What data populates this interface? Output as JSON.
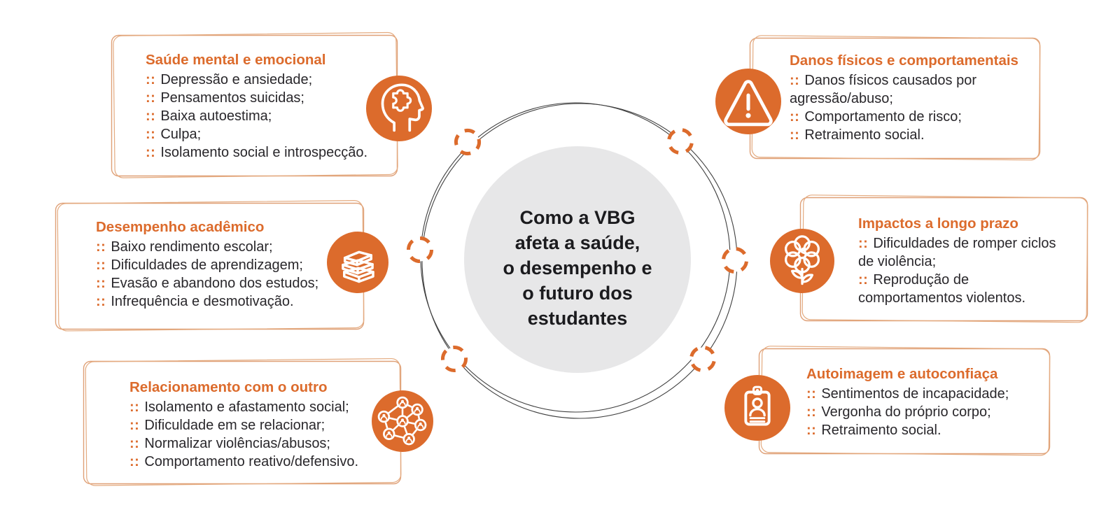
{
  "bullet": "::",
  "colors": {
    "accent_orange": "#dc6b2c",
    "box_border": "#dfa077",
    "center_circle_fill": "#e7e7e8",
    "body_text": "#29272b",
    "orbit_stroke": "#3f3f3f"
  },
  "center": {
    "lines": [
      "Como a VBG",
      "afeta a saúde,",
      "o desempenho e",
      "o futuro dos",
      "estudantes"
    ]
  },
  "boxes": [
    {
      "title": "Saúde mental e emocional",
      "icon": "head-puzzle-icon",
      "lines": [
        {
          "b": true,
          "t": "Depressão e ansiedade;"
        },
        {
          "b": true,
          "t": "Pensamentos suicidas;"
        },
        {
          "b": true,
          "t": "Baixa autoestima;"
        },
        {
          "b": true,
          "t": "Culpa;"
        },
        {
          "b": true,
          "t": "Isolamento social e introspecção."
        }
      ]
    },
    {
      "title": "Desempenho acadêmico",
      "icon": "books-icon",
      "lines": [
        {
          "b": true,
          "t": "Baixo rendimento escolar;"
        },
        {
          "b": true,
          "t": "Dificuldades de aprendizagem;"
        },
        {
          "b": true,
          "t": "Evasão e abandono dos estudos;"
        },
        {
          "b": true,
          "t": "Infrequência e desmotivação."
        }
      ]
    },
    {
      "title": "Relacionamento com o outro",
      "icon": "people-network-icon",
      "lines": [
        {
          "b": true,
          "t": "Isolamento e afastamento social;"
        },
        {
          "b": true,
          "t": "Dificuldade em se relacionar;"
        },
        {
          "b": true,
          "t": "Normalizar violências/abusos;"
        },
        {
          "b": true,
          "t": "Comportamento reativo/defensivo."
        }
      ]
    },
    {
      "title": "Danos físicos e comportamentais",
      "icon": "warning-triangle-icon",
      "lines": [
        {
          "b": true,
          "t": "Danos físicos causados por"
        },
        {
          "b": false,
          "t": "agressão/abuso;"
        },
        {
          "b": true,
          "t": "Comportamento de risco;"
        },
        {
          "b": true,
          "t": "Retraimento social."
        }
      ]
    },
    {
      "title": "Impactos a longo prazo",
      "icon": "flower-icon",
      "lines": [
        {
          "b": true,
          "t": "Dificuldades de romper ciclos"
        },
        {
          "b": false,
          "t": "de violência;"
        },
        {
          "b": true,
          "t": "Reprodução de"
        },
        {
          "b": false,
          "t": "comportamentos violentos."
        }
      ]
    },
    {
      "title": "Autoimagem e autoconfiaça",
      "icon": "id-badge-icon",
      "lines": [
        {
          "b": true,
          "t": "Sentimentos de incapacidade;"
        },
        {
          "b": true,
          "t": "Vergonha do próprio corpo;"
        },
        {
          "b": true,
          "t": "Retraimento social."
        }
      ]
    }
  ]
}
